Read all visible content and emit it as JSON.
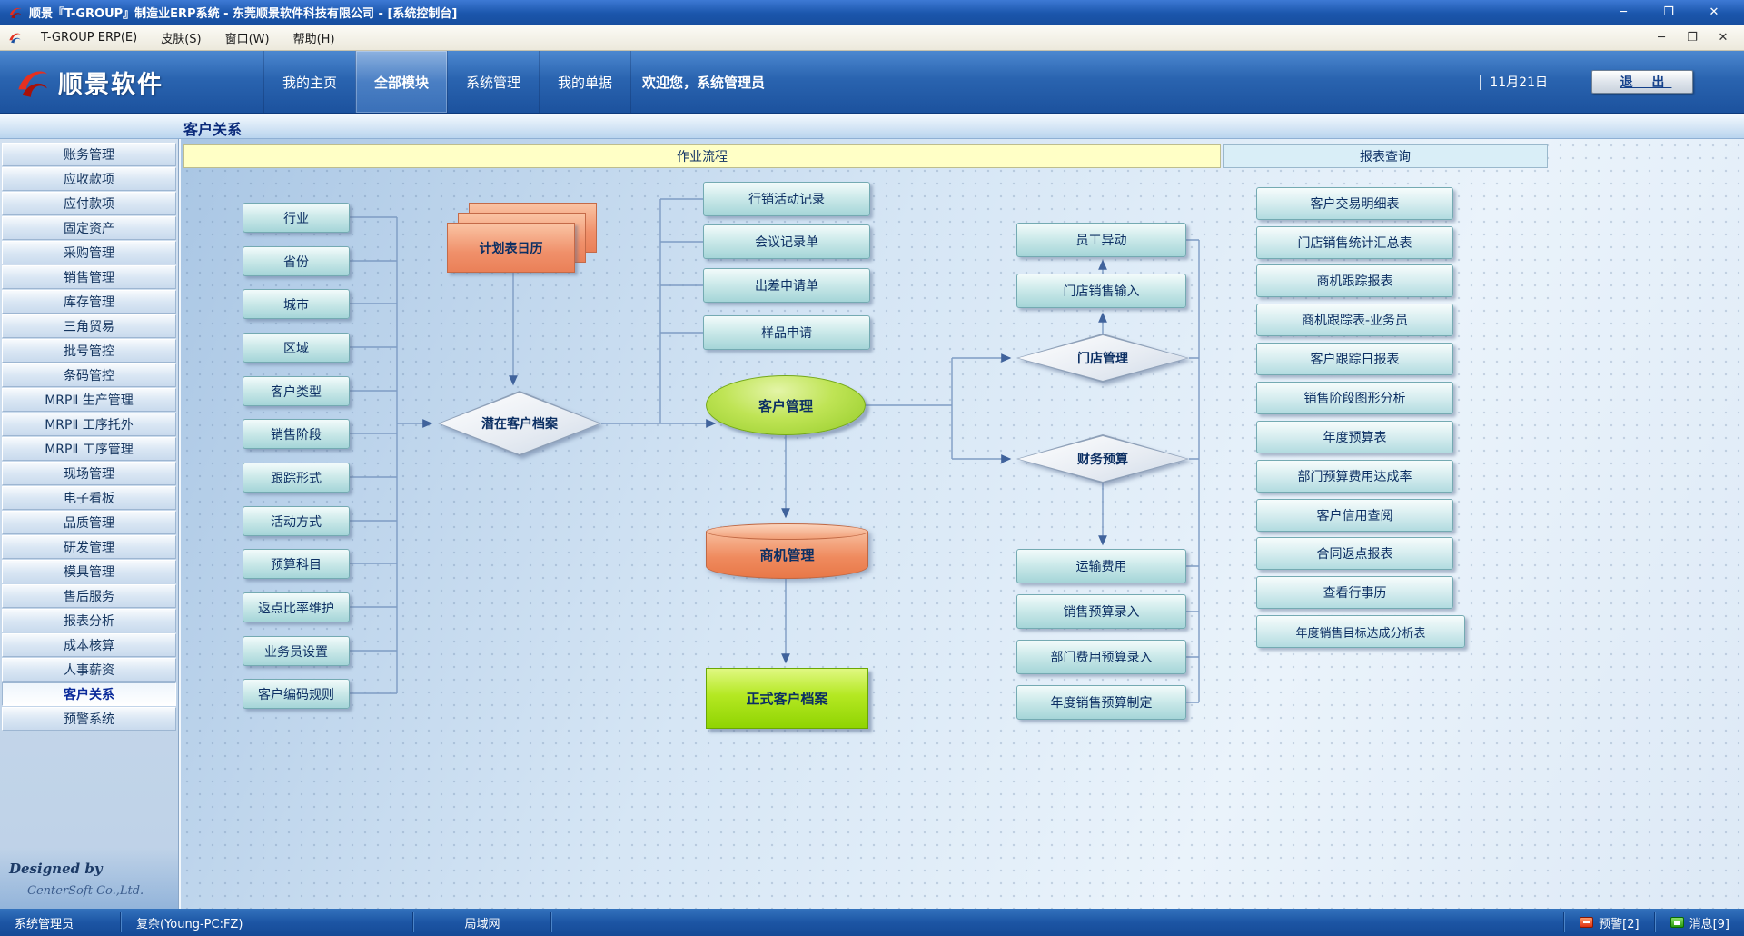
{
  "window": {
    "title": "顺景『T-GROUP』制造业ERP系统 - 东莞顺景软件科技有限公司 - [系统控制台]",
    "menu": [
      "T-GROUP ERP(E)",
      "皮肤(S)",
      "窗口(W)",
      "帮助(H)"
    ]
  },
  "icons": {
    "minimize": "─",
    "maximize": "❐",
    "close": "✕"
  },
  "header": {
    "brand": "顺景软件",
    "tabs": [
      "我的主页",
      "全部模块",
      "系统管理",
      "我的单据"
    ],
    "welcome": "欢迎您，系统管理员",
    "date": "11月21日",
    "exit_label": "退 出"
  },
  "page": {
    "title": "客户关系"
  },
  "sidebar": {
    "items": [
      "账务管理",
      "应收款项",
      "应付款项",
      "固定资产",
      "采购管理",
      "销售管理",
      "库存管理",
      "三角贸易",
      "批号管控",
      "条码管控",
      "MRPⅡ 生产管理",
      "MRPⅡ 工序托外",
      "MRPⅡ 工序管理",
      "现场管理",
      "电子看板",
      "品质管理",
      "研发管理",
      "模具管理",
      "售后服务",
      "报表分析",
      "成本核算",
      "人事薪资",
      "客户关系",
      "预警系统"
    ],
    "selected": "客户关系",
    "designed_by": "Designed by",
    "company": "CenterSoft Co.,Ltd."
  },
  "flow": {
    "process_banner": "作业流程",
    "report_banner": "报表查询",
    "base_data": [
      "行业",
      "省份",
      "城市",
      "区域",
      "客户类型",
      "销售阶段",
      "跟踪形式",
      "活动方式",
      "预算科目",
      "返点比率维护",
      "业务员设置",
      "客户编码规则"
    ],
    "calendar": "计划表日历",
    "potential_customer": "潜在客户档案",
    "activity_docs": [
      "行销活动记录",
      "会议记录单",
      "出差申请单",
      "样品申请"
    ],
    "customer_mgmt": "客户管理",
    "opportunity_mgmt": "商机管理",
    "formal_customer": "正式客户档案",
    "staff_change": "员工异动",
    "store_sales_input": "门店销售输入",
    "store_mgmt": "门店管理",
    "finance_budget": "财务预算",
    "budget_items": [
      "运输费用",
      "销售预算录入",
      "部门费用预算录入",
      "年度销售预算制定"
    ],
    "reports": [
      "客户交易明细表",
      "门店销售统计汇总表",
      "商机跟踪报表",
      "商机跟踪表-业务员",
      "客户跟踪日报表",
      "销售阶段图形分析",
      "年度预算表",
      "部门预算费用达成率",
      "客户信用查阅",
      "合同返点报表",
      "查看行事历",
      "年度销售目标达成分析表"
    ]
  },
  "statusbar": {
    "user": "系统管理员",
    "host": "复杂(Young-PC:FZ)",
    "network": "局域网",
    "alert": "预警[2]",
    "message": "消息[9]"
  },
  "colors": {
    "titlebar_blue": "#1b56ac",
    "header_blue": "#2a64b0",
    "flow_button_teal": "#a5d5d8",
    "calendar_orange": "#ef8a62",
    "customer_green": "#b5e048",
    "formal_green": "#a8e414",
    "banner_yellow": "#ffffc6",
    "banner_cyan": "#d9eef7"
  }
}
